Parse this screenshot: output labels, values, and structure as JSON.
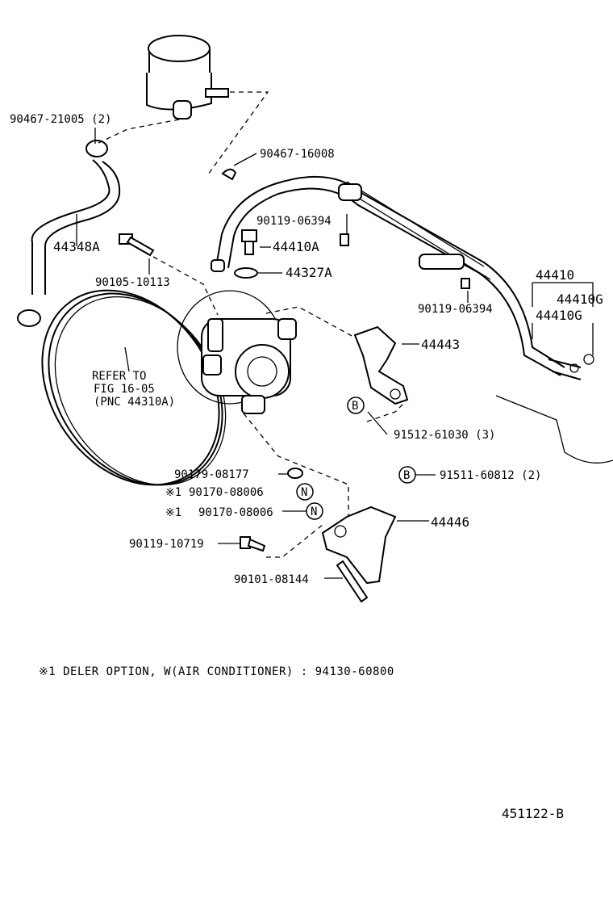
{
  "labels": {
    "clamp_reservoir": "90467-21005 (2)",
    "clip_upper": "90467-16008",
    "bolt_hose_a": "90119-06394",
    "union_bolt": "44410A",
    "gasket": "44327A",
    "bolt_hose_b": "90119-06394",
    "hose_suction": "44348A",
    "bolt_pump": "90105-10113",
    "bracket_upper": "44443",
    "bolt_b_set": "91512-61030 (3)",
    "hose_assembly": "44410",
    "hose_g1": "44410G",
    "hose_g2": "44410G",
    "refer_line1": "REFER TO",
    "refer_line2": "FIG 16-05",
    "refer_line3": "(PNC 44310A)",
    "plug": "90179-08177",
    "opt_prefix_1": "※1",
    "nut_1": "90170-08006",
    "opt_prefix_2": "※1",
    "nut_2": "90170-08006",
    "bolt_b2": "91511-60812 (2)",
    "bracket_lower": "44446",
    "bolt_bracket": "90119-10719",
    "stud": "90101-08144",
    "marker_b1": "B",
    "marker_b2": "B",
    "marker_n1": "N",
    "marker_n2": "N"
  },
  "footnote": "※1 DELER OPTION, W(AIR CONDITIONER) : 94130-60800",
  "figure_code": "451122-B"
}
